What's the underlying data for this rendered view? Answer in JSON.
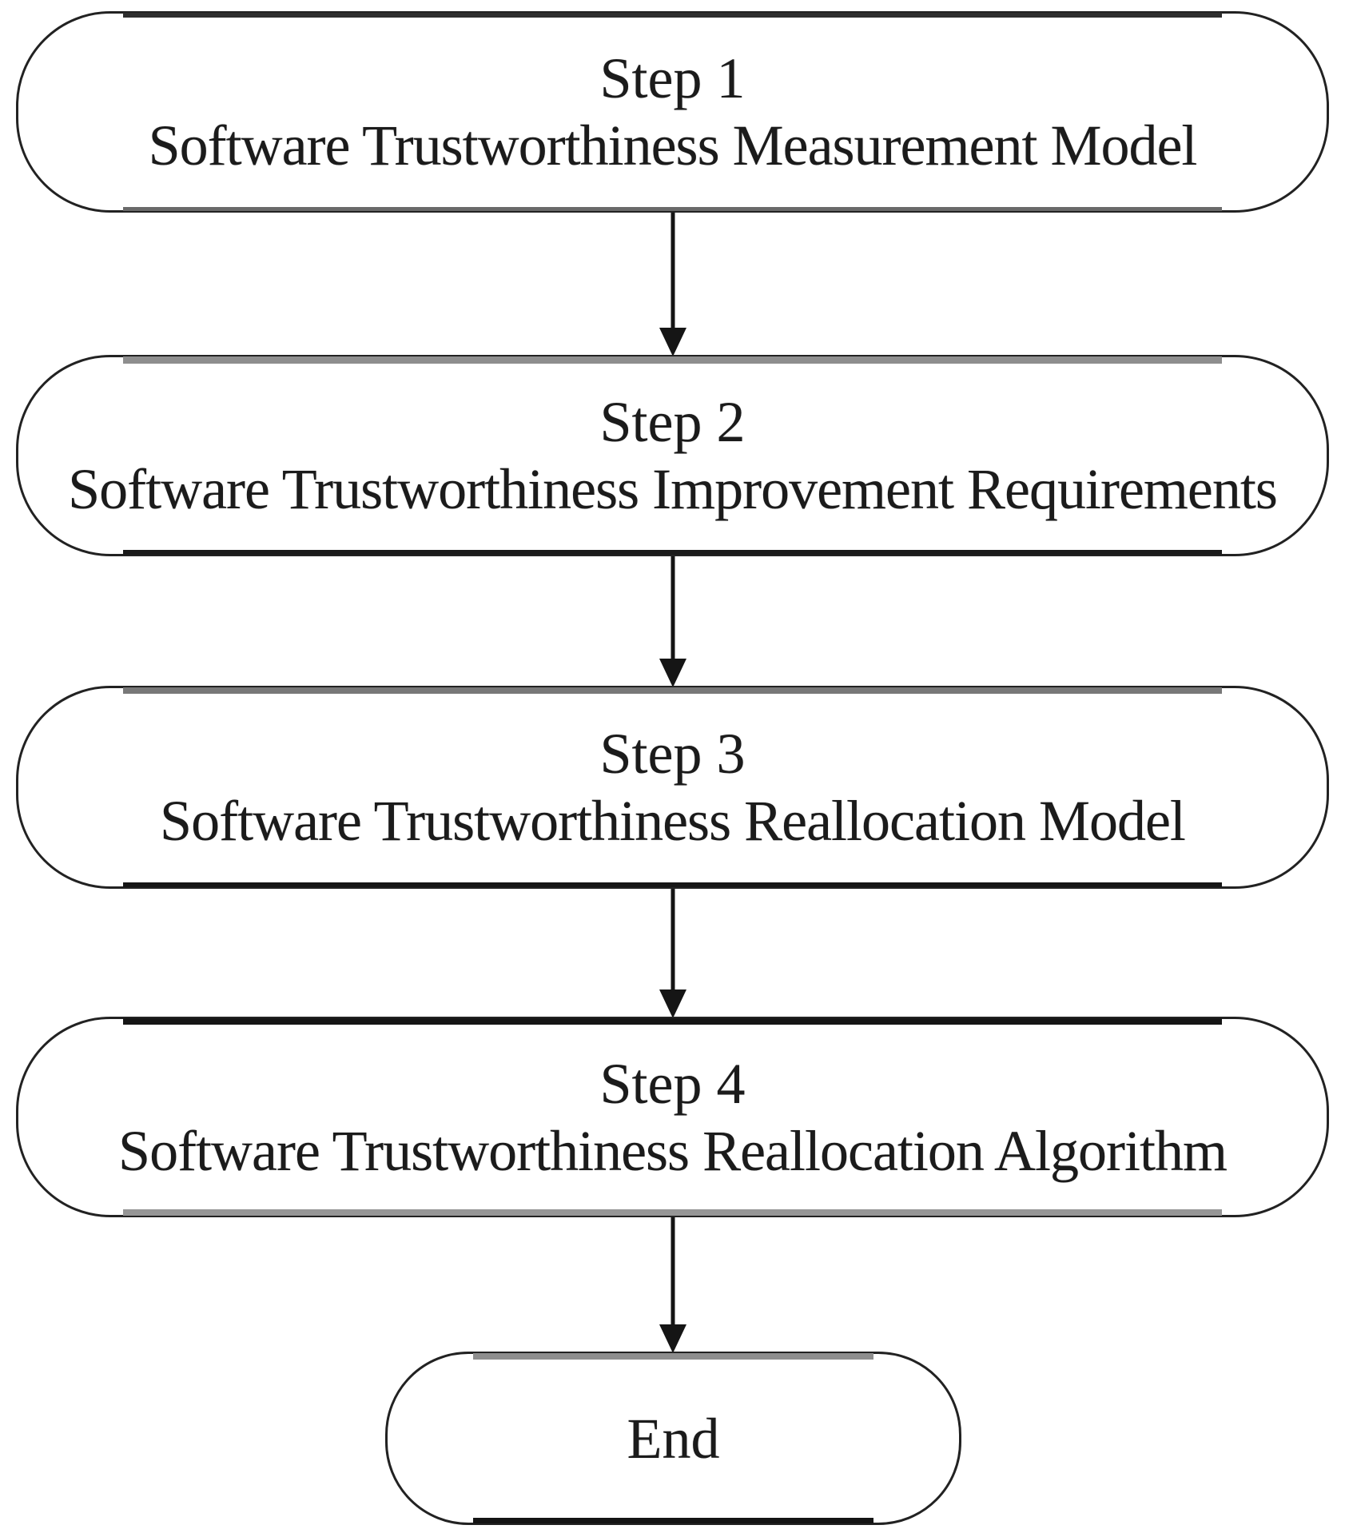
{
  "flow": {
    "nodes": [
      {
        "label": "Step 1",
        "title": "Software Trustworthiness Measurement Model",
        "type": "process"
      },
      {
        "label": "Step 2",
        "title": "Software Trustworthiness Improvement Requirements",
        "type": "process"
      },
      {
        "label": "Step 3",
        "title": "Software Trustworthiness Reallocation Model",
        "type": "process"
      },
      {
        "label": "Step 4",
        "title": "Software Trustworthiness Reallocation Algorithm",
        "type": "process"
      },
      {
        "label": "End",
        "type": "terminator"
      }
    ],
    "edges": [
      {
        "from": "Step 1",
        "to": "Step 2"
      },
      {
        "from": "Step 2",
        "to": "Step 3"
      },
      {
        "from": "Step 3",
        "to": "Step 4"
      },
      {
        "from": "Step 4",
        "to": "End"
      }
    ],
    "colors": {
      "background": "#ffffff",
      "stroke": "#222222",
      "text": "#1b1b1b",
      "arrow": "#151515"
    }
  }
}
